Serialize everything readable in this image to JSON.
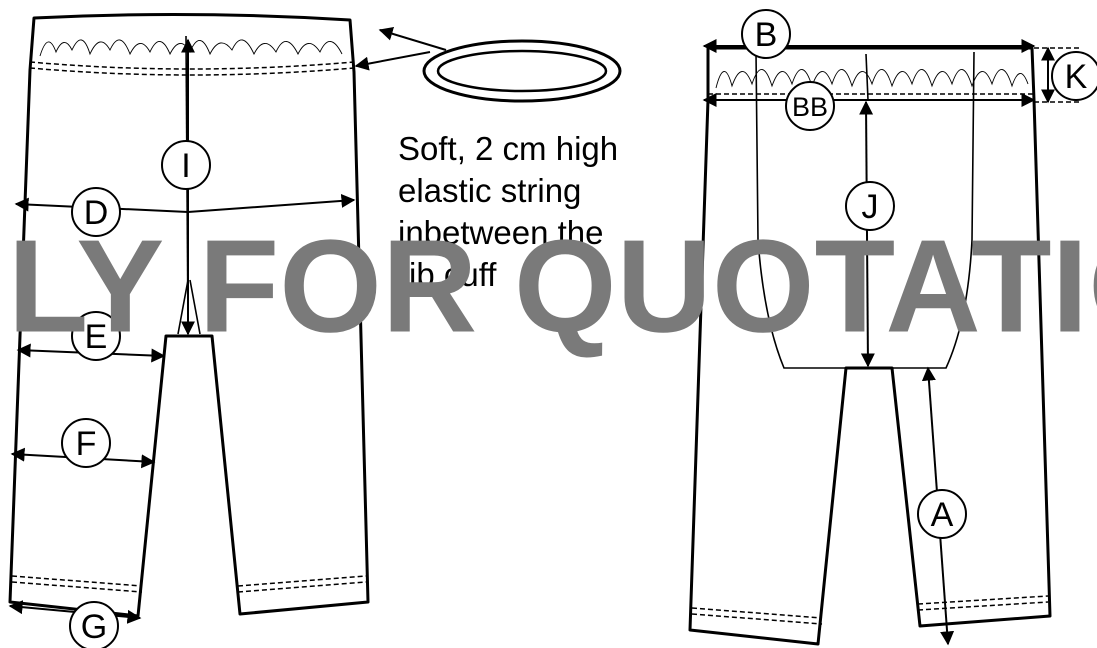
{
  "note": {
    "lines": [
      "Soft, 2 cm high",
      "elastic string",
      "inbetween the",
      "rib cuff"
    ]
  },
  "labels": {
    "A": "A",
    "B": "B",
    "BB": "BB",
    "D": "D",
    "E": "E",
    "F": "F",
    "G": "G",
    "I": "I",
    "J": "J",
    "K": "K"
  },
  "watermark": "ONLY FOR QUOTATION",
  "colors": {
    "line": "#000000",
    "background": "#ffffff",
    "watermark": "#7a7a7a"
  }
}
